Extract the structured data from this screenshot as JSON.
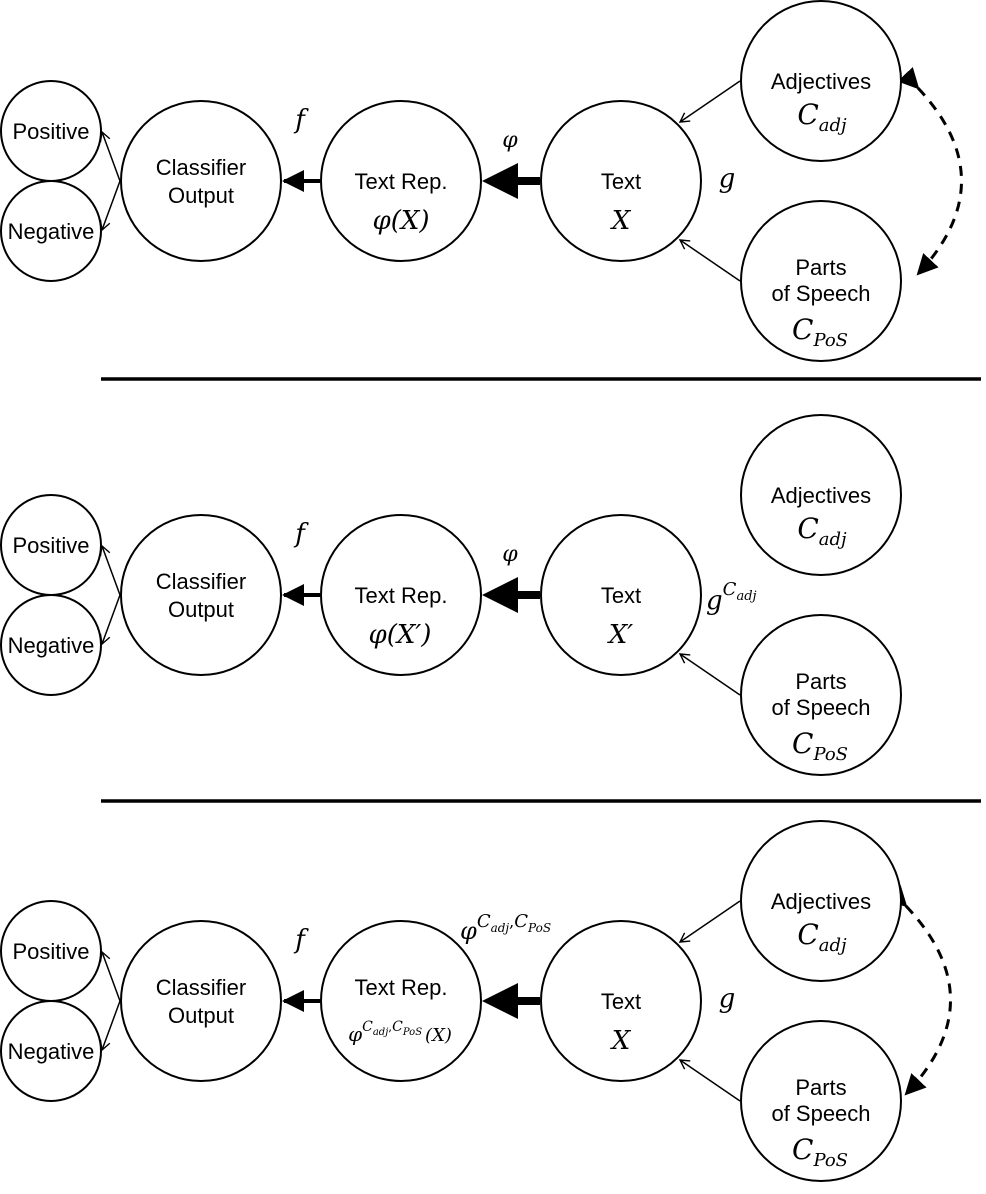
{
  "panels": [
    {
      "nodes": {
        "positive": "Positive",
        "negative": "Negative",
        "classifier": [
          "Classifier",
          "Output"
        ],
        "text_rep": "Text Rep.",
        "text_rep_math": "φ(X)",
        "text": "Text",
        "text_math": "X",
        "adjectives": "Adjectives",
        "adjectives_math": {
          "base": "C",
          "sub": "adj"
        },
        "pos": [
          "Parts",
          "of Speech"
        ],
        "pos_math": {
          "base": "C",
          "sub": "PoS"
        }
      },
      "edge_labels": {
        "f": "f",
        "phi": "φ",
        "g": "g"
      }
    },
    {
      "nodes": {
        "positive": "Positive",
        "negative": "Negative",
        "classifier": [
          "Classifier",
          "Output"
        ],
        "text_rep": "Text Rep.",
        "text_rep_math": "φ(X′)",
        "text": "Text",
        "text_math": "X′",
        "adjectives": "Adjectives",
        "adjectives_math": {
          "base": "C",
          "sub": "adj"
        },
        "pos": [
          "Parts",
          "of Speech"
        ],
        "pos_math": {
          "base": "C",
          "sub": "PoS"
        }
      },
      "edge_labels": {
        "f": "f",
        "phi": "φ",
        "g": "g",
        "g_sup_base": "C",
        "g_sup_sub": "adj"
      }
    },
    {
      "nodes": {
        "positive": "Positive",
        "negative": "Negative",
        "classifier": [
          "Classifier",
          "Output"
        ],
        "text_rep": "Text Rep.",
        "text_rep_math": {
          "base": "φ",
          "sup": "C",
          "sub1": "adj",
          "comma": ",",
          "sub2": "PoS",
          "tail": "(X)"
        },
        "text": "Text",
        "text_math": "X",
        "adjectives": "Adjectives",
        "adjectives_math": {
          "base": "C",
          "sub": "adj"
        },
        "pos": [
          "Parts",
          "of Speech"
        ],
        "pos_math": {
          "base": "C",
          "sub": "PoS"
        }
      },
      "edge_labels": {
        "f": "f",
        "phi": "φ",
        "phi_sup": "C",
        "phi_sub1": "adj",
        "phi_comma": ",",
        "phi_sub2": "PoS",
        "g": "g"
      }
    }
  ]
}
